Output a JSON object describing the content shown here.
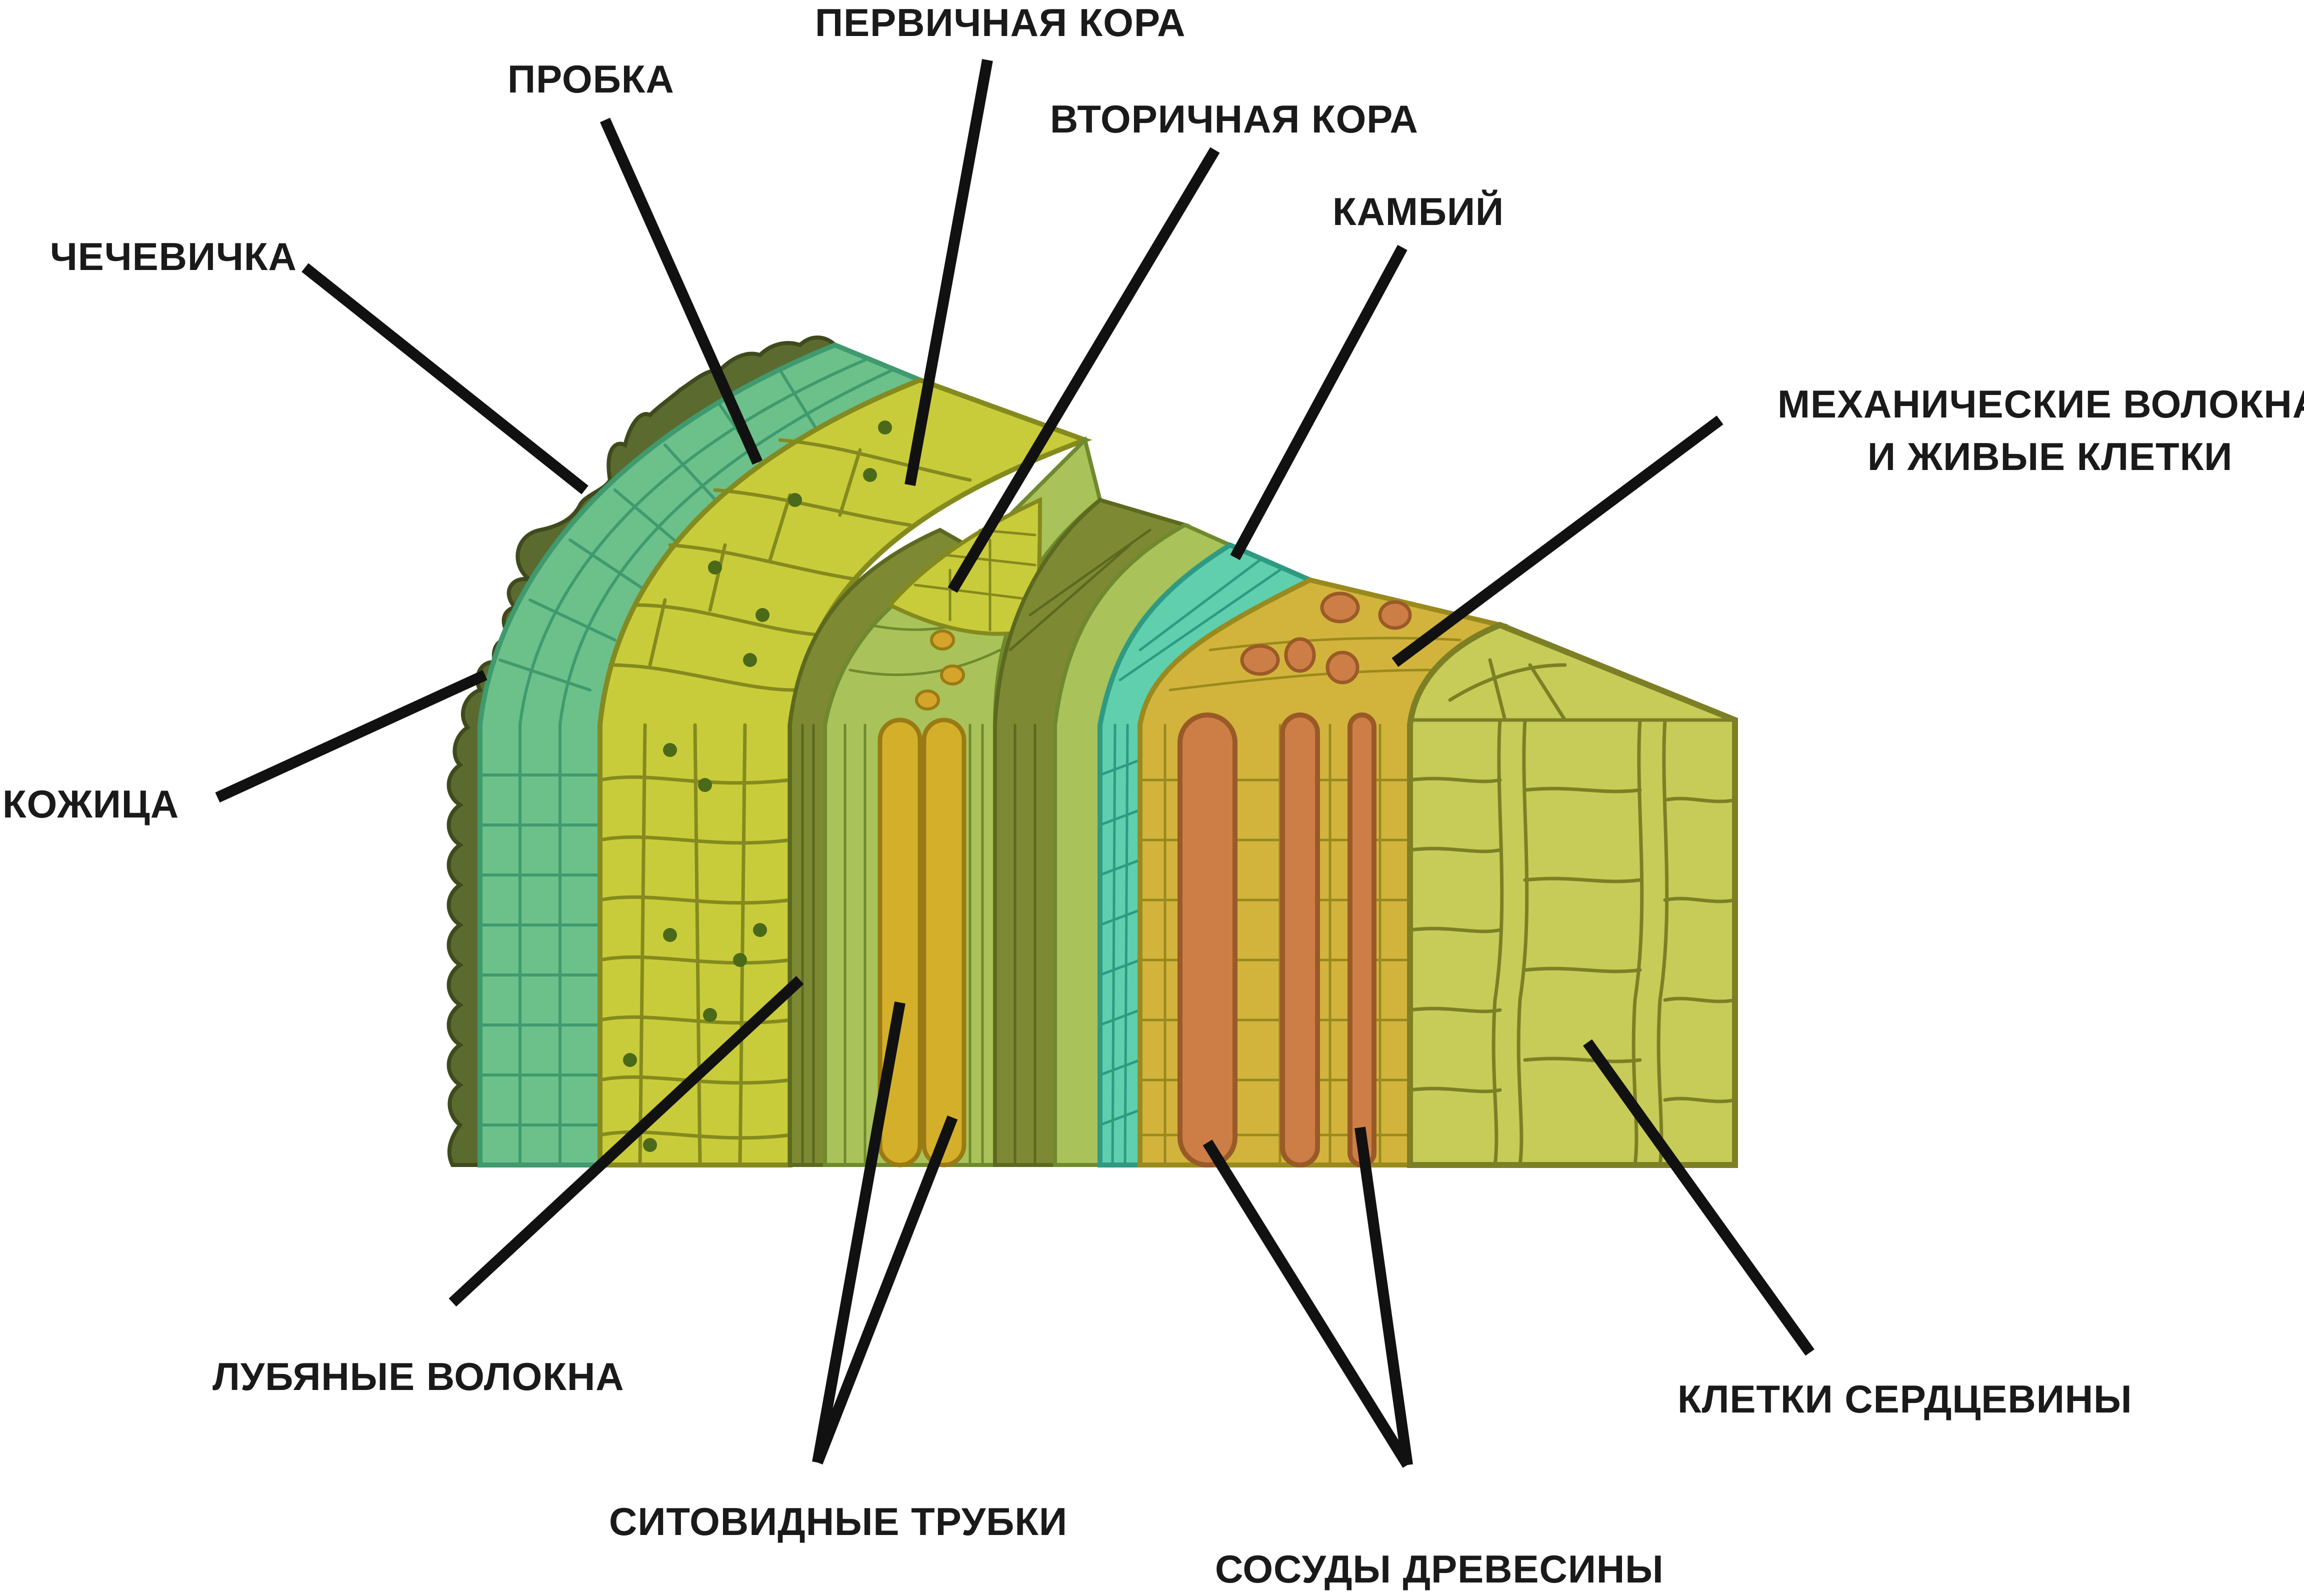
{
  "labels": {
    "chechevichka": "ЧЕЧЕВИЧКА",
    "probka": "ПРОБКА",
    "pervichnaya_kora": "ПЕРВИЧНАЯ КОРА",
    "vtorichnaya_kora": "ВТОРИЧНАЯ КОРА",
    "kambiy": "КАМБИЙ",
    "mekh_line1": "МЕХАНИЧЕСКИЕ ВОЛОКНА",
    "mekh_line2": "И ЖИВЫЕ КЛЕТКИ",
    "kozhitsa": "КОЖИЦА",
    "lubyanye": "ЛУБЯНЫЕ ВОЛОКНА",
    "sitovidnye": "СИТОВИДНЫЕ ТРУБКИ",
    "sosudy": "СОСУДЫ ДРЕВЕСИНЫ",
    "serdtsevina": "КЛЕТКИ СЕРДЦЕВИНЫ"
  },
  "colors": {
    "epidermis": "#5b6a2e",
    "cork": "#6cc08a",
    "cork_outline": "#3f9a6e",
    "primary_cortex": "#c9cc3a",
    "primary_cortex_outline": "#848a1e",
    "bast_fibers": "#7d8a33",
    "sieve_zone": "#a9c25a",
    "sieve_tubes": "#d4b02a",
    "cambium": "#5fcfae",
    "cambium_outline": "#2f9a82",
    "wood": "#d2b43c",
    "vessels": "#cd7e46",
    "pith": "#c6cc57",
    "pith_outline": "#7d7f25",
    "leader": "#111111"
  }
}
